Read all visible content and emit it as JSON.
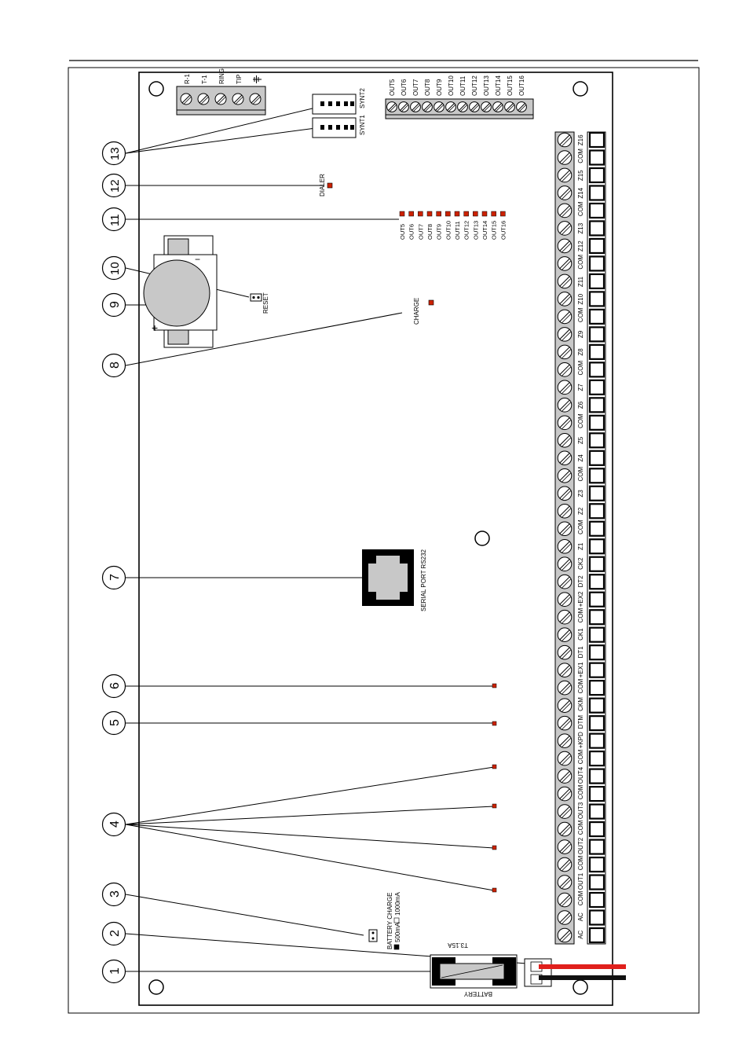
{
  "callouts": [
    "1",
    "2",
    "3",
    "4",
    "5",
    "6",
    "7",
    "8",
    "9",
    "10",
    "11",
    "12",
    "13"
  ],
  "top_terminals": [
    "TIP",
    "RING",
    "T-1",
    "R-1"
  ],
  "ground_symbol": "ground-icon",
  "synth_labels": [
    "SYNT1",
    "SYNT2"
  ],
  "out_terminals": [
    "OUT5",
    "OUT6",
    "OUT7",
    "OUT8",
    "OUT9",
    "OUT10",
    "OUT11",
    "OUT12",
    "OUT13",
    "OUT14",
    "OUT15",
    "OUT16"
  ],
  "out_leds": [
    "OUT5",
    "OUT6",
    "OUT7",
    "OUT8",
    "OUT9",
    "OUT10",
    "OUT11",
    "OUT12",
    "OUT13",
    "OUT14",
    "OUT15",
    "OUT16"
  ],
  "dialer_label": "DIALER",
  "charge_label": "CHARGE",
  "reset_label": "RESET",
  "serial_port_label": "SERIAL PORT RS232",
  "battery_charge": {
    "title": "BATTERY CHARGE",
    "option_500": "500mA",
    "option_1000": "1000mA"
  },
  "fuse_label": "T3.15A",
  "battery_label": "BATTERY",
  "cell_plus": "+",
  "cell_minus": "−",
  "main_terminals": [
    "AC",
    "AC",
    "COM",
    "OUT1",
    "COM",
    "OUT2",
    "COM",
    "OUT3",
    "COM",
    "OUT4",
    "COM",
    "+KPD",
    "DTM",
    "CKM",
    "COM",
    "+EX1",
    "DT1",
    "CK1",
    "COM",
    "+EX2",
    "DT2",
    "CK2",
    "Z1",
    "COM",
    "Z2",
    "Z3",
    "COM",
    "Z4",
    "Z5",
    "COM",
    "Z6",
    "Z7",
    "COM",
    "Z8",
    "Z9",
    "COM",
    "Z10",
    "Z11",
    "COM",
    "Z12",
    "Z13",
    "COM",
    "Z14",
    "Z15",
    "COM",
    "Z16"
  ],
  "colors": {
    "led": "#cc2200",
    "wire_red": "#e0201c",
    "wire_black": "#111111",
    "terminal_fill": "#c8c8c8",
    "cell_fill": "#c8c8c8"
  }
}
